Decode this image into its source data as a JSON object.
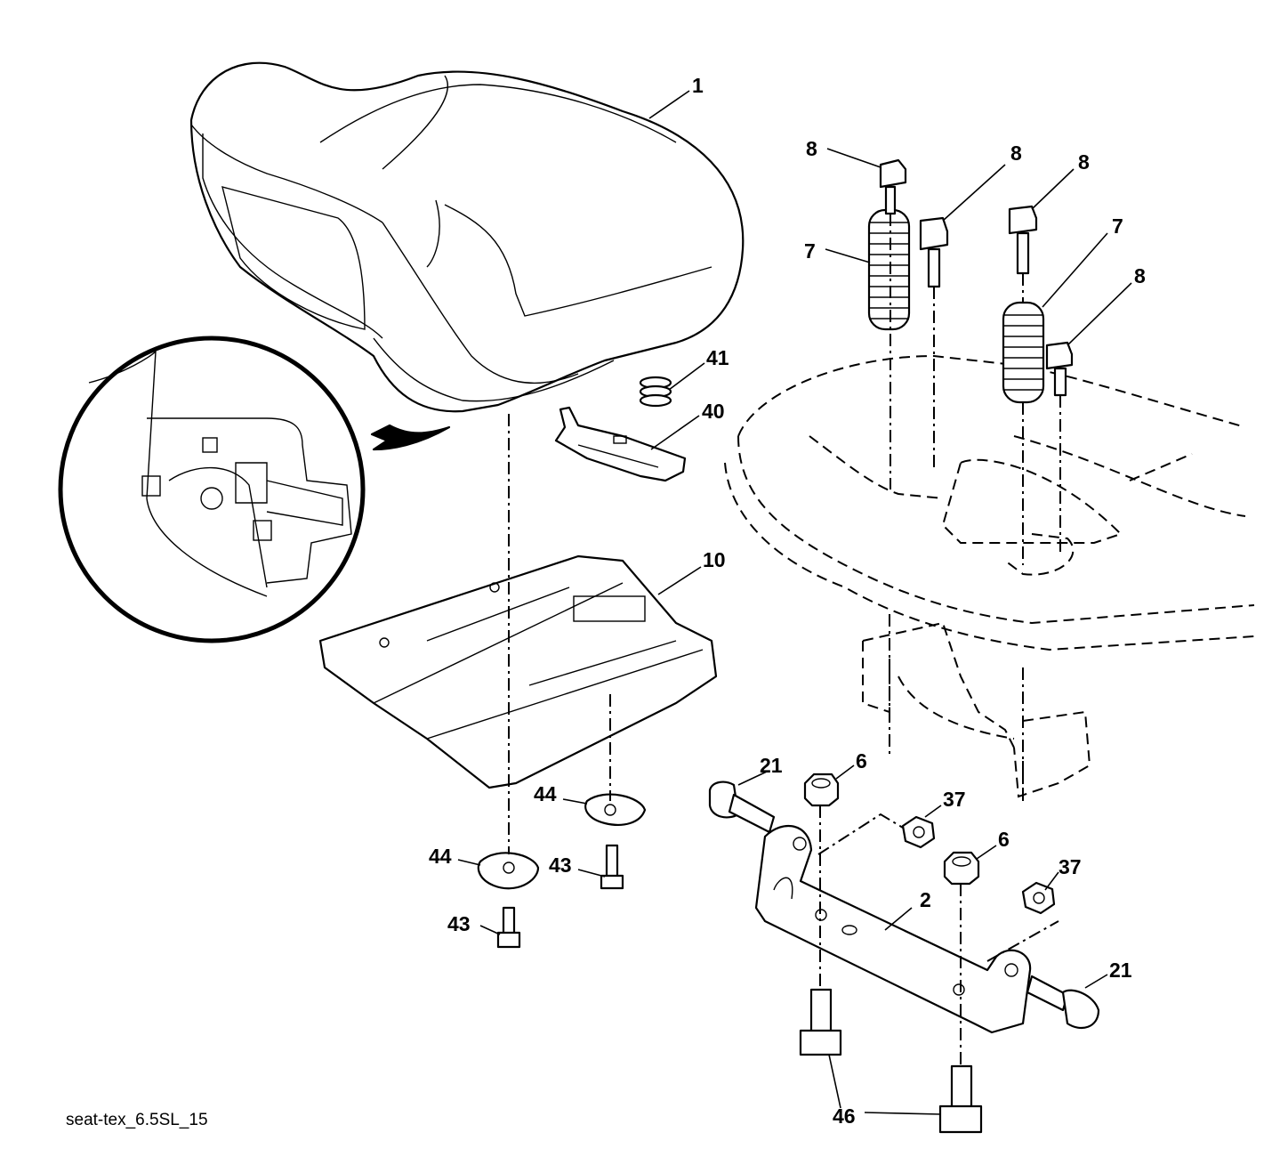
{
  "figure": {
    "caption": "seat-tex_6.5SL_15",
    "callouts": [
      {
        "id": "c-1",
        "label": "1"
      },
      {
        "id": "c-8a",
        "label": "8"
      },
      {
        "id": "c-8b",
        "label": "8"
      },
      {
        "id": "c-8c",
        "label": "8"
      },
      {
        "id": "c-8d",
        "label": "8"
      },
      {
        "id": "c-7a",
        "label": "7"
      },
      {
        "id": "c-7b",
        "label": "7"
      },
      {
        "id": "c-41",
        "label": "41"
      },
      {
        "id": "c-40",
        "label": "40"
      },
      {
        "id": "c-10",
        "label": "10"
      },
      {
        "id": "c-21a",
        "label": "21"
      },
      {
        "id": "c-6a",
        "label": "6"
      },
      {
        "id": "c-37a",
        "label": "37"
      },
      {
        "id": "c-44a",
        "label": "44"
      },
      {
        "id": "c-44b",
        "label": "44"
      },
      {
        "id": "c-43a",
        "label": "43"
      },
      {
        "id": "c-43b",
        "label": "43"
      },
      {
        "id": "c-6b",
        "label": "6"
      },
      {
        "id": "c-37b",
        "label": "37"
      },
      {
        "id": "c-2",
        "label": "2"
      },
      {
        "id": "c-21b",
        "label": "21"
      },
      {
        "id": "c-46",
        "label": "46"
      }
    ]
  }
}
